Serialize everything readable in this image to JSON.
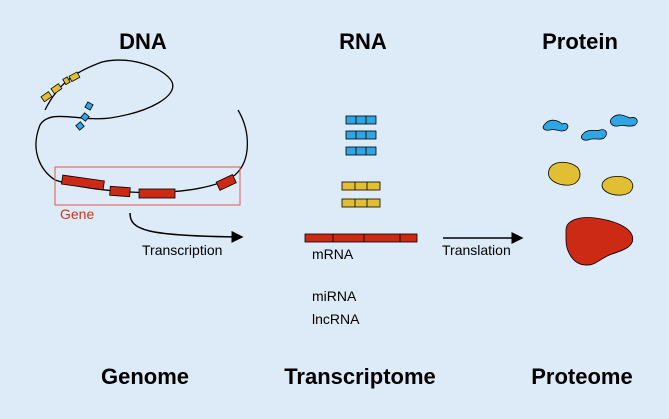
{
  "headers": {
    "dna": "DNA",
    "rna": "RNA",
    "protein": "Protein"
  },
  "footers": {
    "genome": "Genome",
    "transcriptome": "Transcriptome",
    "proteome": "Proteome"
  },
  "labels": {
    "gene": "Gene",
    "transcription": "Transcription",
    "translation": "Translation",
    "mrna": "mRNA",
    "mirna": "miRNA",
    "lncrna": "lncRNA"
  },
  "colors": {
    "background": "#ddeaf7",
    "gene_red": "#cc2a14",
    "gene_box": "#e05a4a",
    "blue": "#2fa6e3",
    "yellow": "#e2be32",
    "text_red": "#d0341d"
  }
}
